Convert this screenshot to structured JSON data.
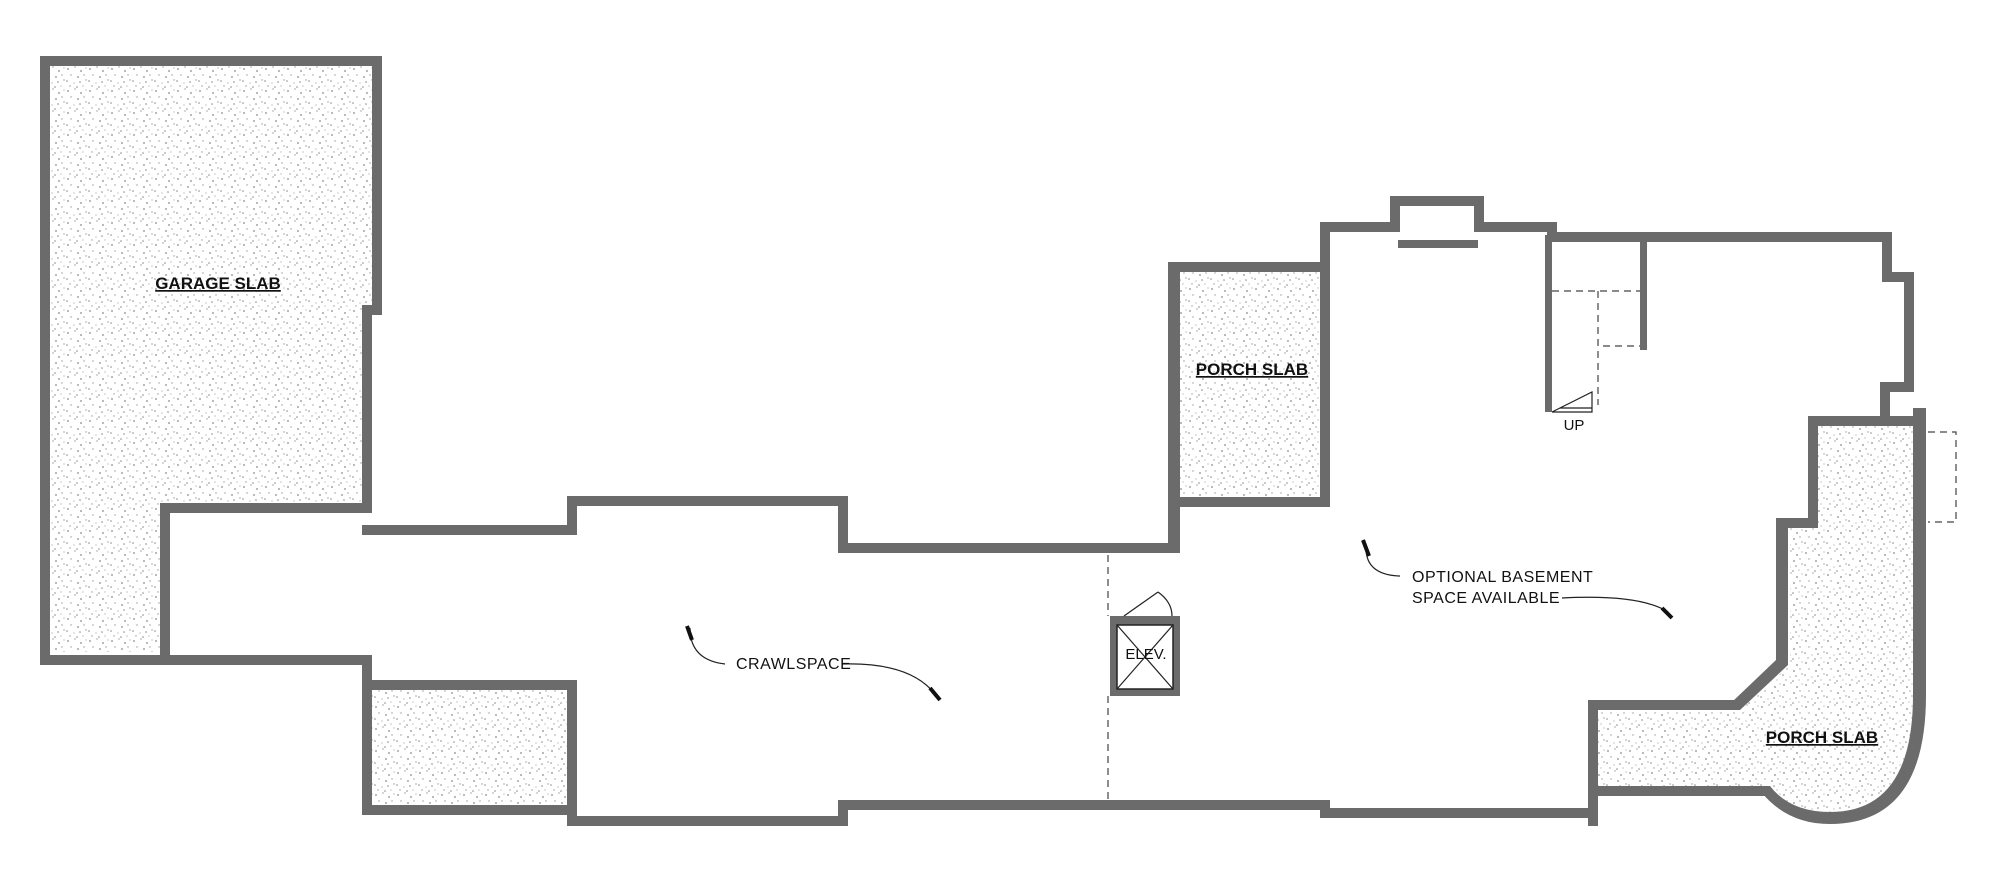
{
  "plan": {
    "labels": {
      "garage_slab": "GARAGE SLAB",
      "porch_slab_upper": "PORCH SLAB",
      "porch_slab_lower": "PORCH SLAB",
      "crawlspace": "CRAWLSPACE",
      "basement_line1": "OPTIONAL BASEMENT",
      "basement_line2": "SPACE AVAILABLE",
      "elevator": "ELEV.",
      "stair_up": "UP"
    },
    "colors": {
      "wall": "#6b6b6b",
      "wall_outline": "#1a1a1a",
      "slab_dots": "#8a8a8a"
    }
  }
}
